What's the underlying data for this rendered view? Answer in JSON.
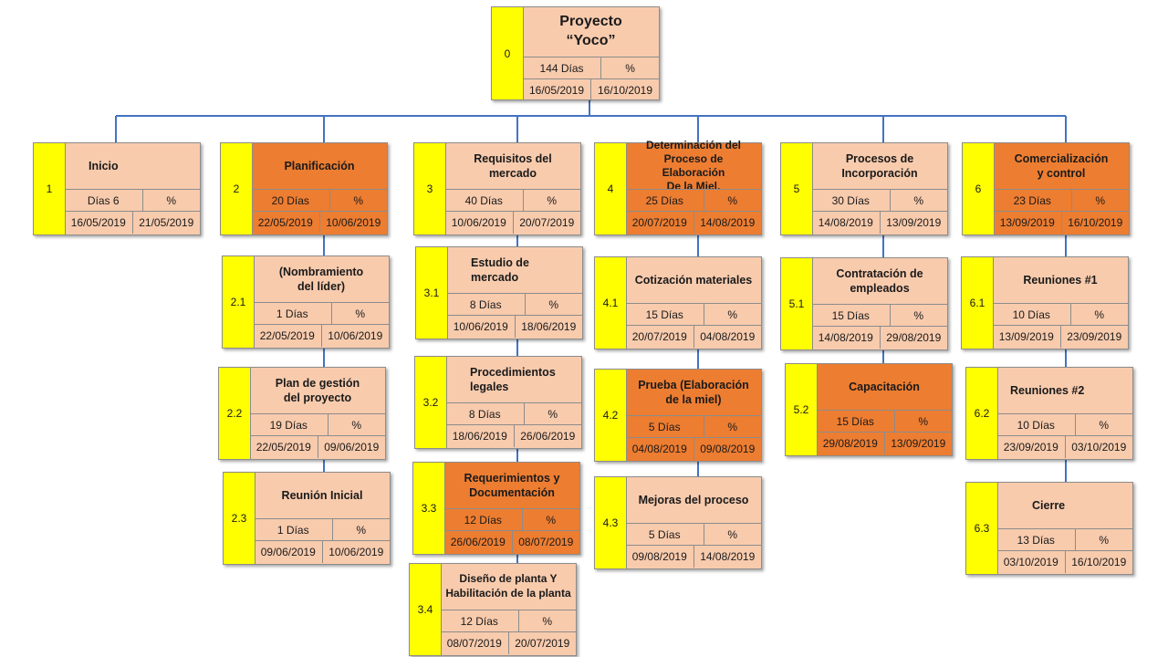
{
  "diagram": {
    "root": {
      "id": "0",
      "title": "Proyecto\n“Yoco”",
      "duration": "144 Días",
      "percent": "%",
      "start": "16/05/2019",
      "end": "16/10/2019"
    },
    "phases": [
      {
        "id": "1",
        "title": "Inicio",
        "duration": "Días 6",
        "percent": "%",
        "start": "16/05/2019",
        "end": "21/05/2019",
        "highlight": false
      },
      {
        "id": "2",
        "title": "Planificación",
        "duration": "20 Días",
        "percent": "%",
        "start": "22/05/2019",
        "end": "10/06/2019",
        "highlight": true
      },
      {
        "id": "3",
        "title": "Requisitos del\nmercado",
        "duration": "40 Días",
        "percent": "%",
        "start": "10/06/2019",
        "end": "20/07/2019",
        "highlight": false
      },
      {
        "id": "4",
        "title": "Determinación del\nProceso de Elaboración\nDe la Miel.",
        "duration": "25 Días",
        "percent": "%",
        "start": "20/07/2019",
        "end": "14/08/2019",
        "highlight": true
      },
      {
        "id": "5",
        "title": "Procesos de\nIncorporación",
        "duration": "30 Días",
        "percent": "%",
        "start": "14/08/2019",
        "end": "13/09/2019",
        "highlight": false
      },
      {
        "id": "6",
        "title": "Comercialización\ny control",
        "duration": "23 Días",
        "percent": "%",
        "start": "13/09/2019",
        "end": "16/10/2019",
        "highlight": true
      }
    ],
    "tasks": [
      {
        "id": "2.1",
        "title": "(Nombramiento\ndel líder)",
        "duration": "1 Días",
        "percent": "%",
        "start": "22/05/2019",
        "end": "10/06/2019",
        "highlight": false
      },
      {
        "id": "2.2",
        "title": "Plan de gestión\ndel proyecto",
        "duration": "19 Días",
        "percent": "%",
        "start": "22/05/2019",
        "end": "09/06/2019",
        "highlight": false
      },
      {
        "id": "2.3",
        "title": "Reunión Inicial",
        "duration": "1 Días",
        "percent": "%",
        "start": "09/06/2019",
        "end": "10/06/2019",
        "highlight": false
      },
      {
        "id": "3.1",
        "title": "Estudio de\nmercado",
        "duration": "8 Días",
        "percent": "%",
        "start": "10/06/2019",
        "end": "18/06/2019",
        "highlight": false
      },
      {
        "id": "3.2",
        "title": "Procedimientos\nlegales",
        "duration": "8 Días",
        "percent": "%",
        "start": "18/06/2019",
        "end": "26/06/2019",
        "highlight": false
      },
      {
        "id": "3.3",
        "title": "Requerimientos y\nDocumentación",
        "duration": "12 Días",
        "percent": "%",
        "start": "26/06/2019",
        "end": "08/07/2019",
        "highlight": true
      },
      {
        "id": "3.4",
        "title": "Diseño de planta Y\nHabilitación de la planta",
        "duration": "12 Días",
        "percent": "%",
        "start": "08/07/2019",
        "end": "20/07/2019",
        "highlight": false
      },
      {
        "id": "4.1",
        "title": "Cotización materiales",
        "duration": "15 Días",
        "percent": "%",
        "start": "20/07/2019",
        "end": "04/08/2019",
        "highlight": false
      },
      {
        "id": "4.2",
        "title": "Prueba (Elaboración\nde la miel)",
        "duration": "5 Días",
        "percent": "%",
        "start": "04/08/2019",
        "end": "09/08/2019",
        "highlight": true
      },
      {
        "id": "4.3",
        "title": "Mejoras del proceso",
        "duration": "5 Días",
        "percent": "%",
        "start": "09/08/2019",
        "end": "14/08/2019",
        "highlight": false
      },
      {
        "id": "5.1",
        "title": "Contratación de\nempleados",
        "duration": "15 Días",
        "percent": "%",
        "start": "14/08/2019",
        "end": "29/08/2019",
        "highlight": false
      },
      {
        "id": "5.2",
        "title": "Capacitación",
        "duration": "15 Días",
        "percent": "%",
        "start": "29/08/2019",
        "end": "13/09/2019",
        "highlight": true
      },
      {
        "id": "6.1",
        "title": "Reuniones #1",
        "duration": "10 Días",
        "percent": "%",
        "start": "13/09/2019",
        "end": "23/09/2019",
        "highlight": false
      },
      {
        "id": "6.2",
        "title": "Reuniones #2",
        "duration": "10 Días",
        "percent": "%",
        "start": "23/09/2019",
        "end": "03/10/2019",
        "highlight": false
      },
      {
        "id": "6.3",
        "title": "Cierre",
        "duration": "13 Días",
        "percent": "%",
        "start": "03/10/2019",
        "end": "16/10/2019",
        "highlight": false
      }
    ]
  },
  "colors": {
    "id_cell": "#ffff00",
    "box_light": "#f8cbad",
    "box_dark": "#ed7d31",
    "connector": "#4472c4"
  }
}
